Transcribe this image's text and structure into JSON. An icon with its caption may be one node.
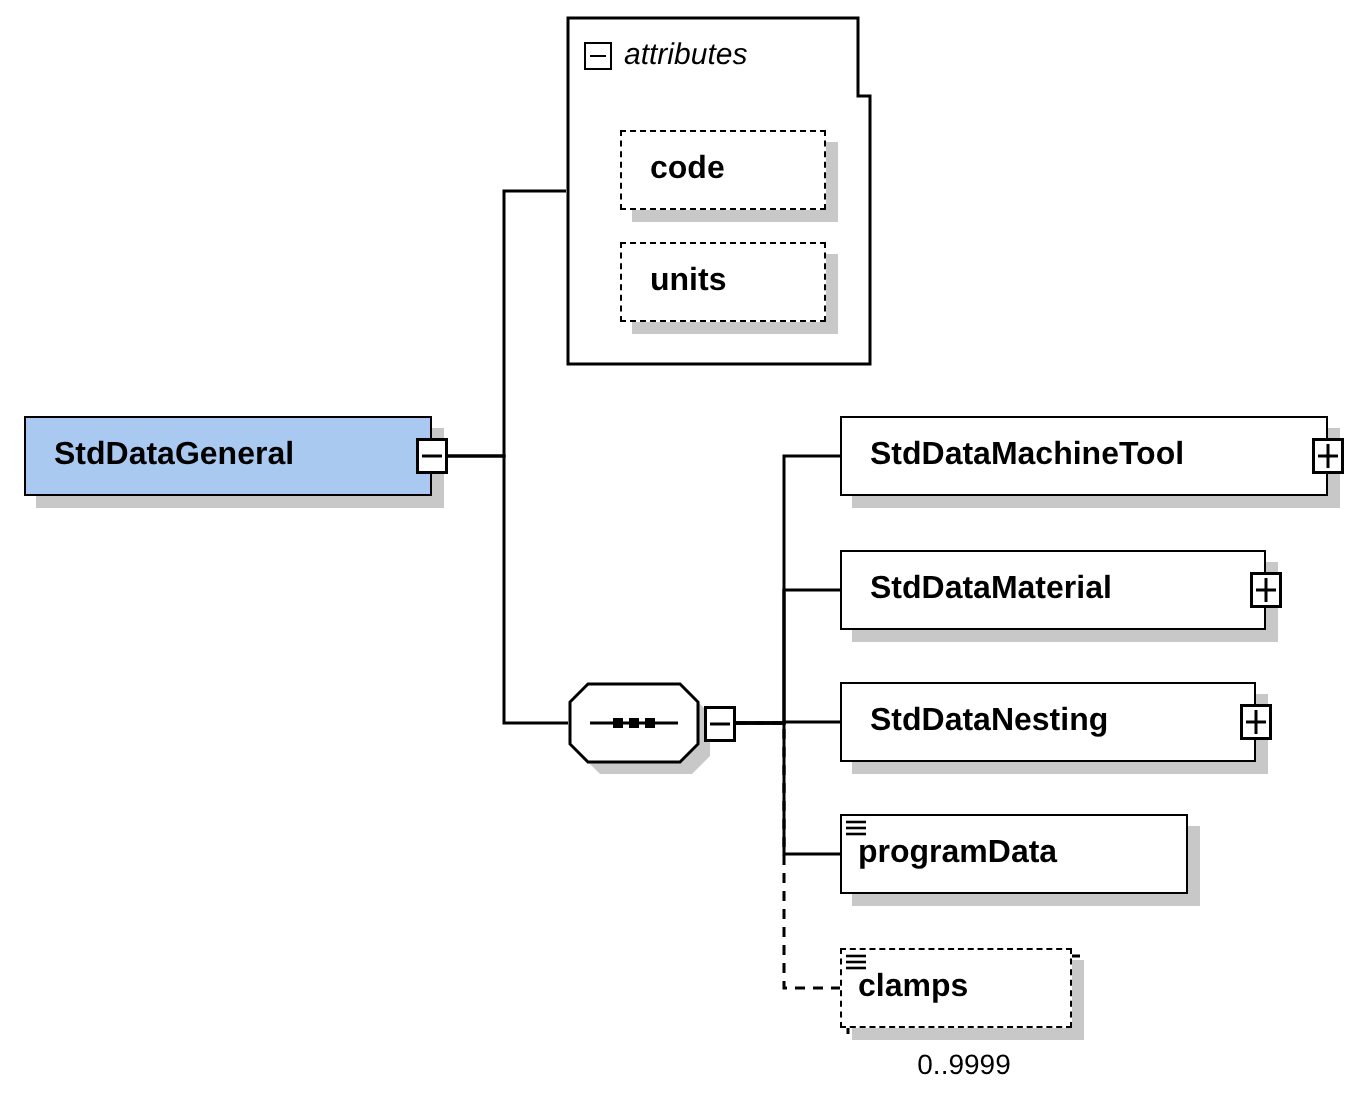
{
  "diagram": {
    "nodes": [
      {
        "text": [
          "StdDataGeneral"
        ]
      },
      {
        "text": [
          "attributes"
        ]
      },
      {
        "text": [
          "code"
        ],
        "in": 1
      },
      {
        "text": [
          "units"
        ],
        "in": 1
      },
      {
        "text": [],
        "shape": "octagon"
      },
      {
        "text": [
          "StdDataMachineTool"
        ]
      },
      {
        "text": [
          "StdDataMaterial"
        ]
      },
      {
        "text": [
          "StdDataNesting"
        ]
      },
      {
        "text": [
          "programData"
        ]
      },
      {
        "text": [
          "clamps"
        ],
        "beside": [
          "0..9999"
        ]
      }
    ],
    "edges": [
      {
        "from": 0,
        "to": 1,
        "arrow": "none"
      },
      {
        "from": 0,
        "to": 4,
        "arrow": "none"
      },
      {
        "from": 4,
        "to": 5,
        "arrow": "none"
      },
      {
        "from": 4,
        "to": 6,
        "arrow": "none"
      },
      {
        "from": 4,
        "to": 7,
        "arrow": "none"
      },
      {
        "from": 4,
        "to": 8,
        "arrow": "none"
      },
      {
        "from": 4,
        "to": 9,
        "arrow": "none",
        "style": "dashed"
      }
    ]
  }
}
